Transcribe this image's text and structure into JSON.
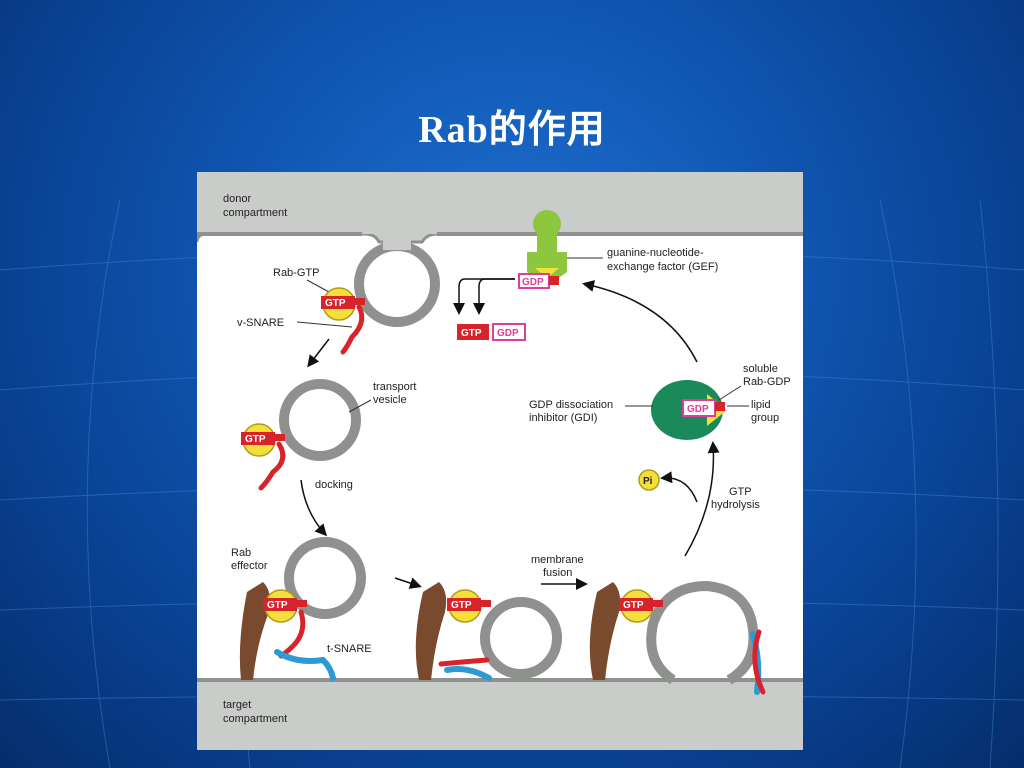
{
  "slide": {
    "title": "Rab的作用"
  },
  "diagram": {
    "donor": [
      "donor",
      "compartment"
    ],
    "target": [
      "target",
      "compartment"
    ],
    "rab_gtp": "Rab-GTP",
    "v_snare": "v-SNARE",
    "transport_vesicle": [
      "transport",
      "vesicle"
    ],
    "docking": "docking",
    "rab_effector": [
      "Rab",
      "effector"
    ],
    "t_snare": "t-SNARE",
    "membrane_fusion": [
      "membrane",
      "fusion"
    ],
    "gtp_hydrolysis": [
      "GTP",
      "hydrolysis"
    ],
    "pi": "Pi",
    "gdi": [
      "GDP dissociation",
      "inhibitor (GDI)"
    ],
    "soluble_rab_gdp": [
      "soluble",
      "Rab-GDP"
    ],
    "lipid_group": [
      "lipid",
      "group"
    ],
    "gef": [
      "guanine-nucleotide-",
      "exchange factor (GEF)"
    ],
    "gtp": "GTP",
    "gdp": "GDP"
  },
  "colors": {
    "membrane": "#c9ccc9",
    "membrane_edge": "#8e918e",
    "rab_yellow": "#f4e03a",
    "gtp_red": "#d8232a",
    "gdp_pink": "#e23c9a",
    "t_snare_blue": "#2d9ad6",
    "effector_brown": "#7a4a2e",
    "gef_green": "#8dc63f",
    "gdi_green": "#1a8a5a"
  }
}
